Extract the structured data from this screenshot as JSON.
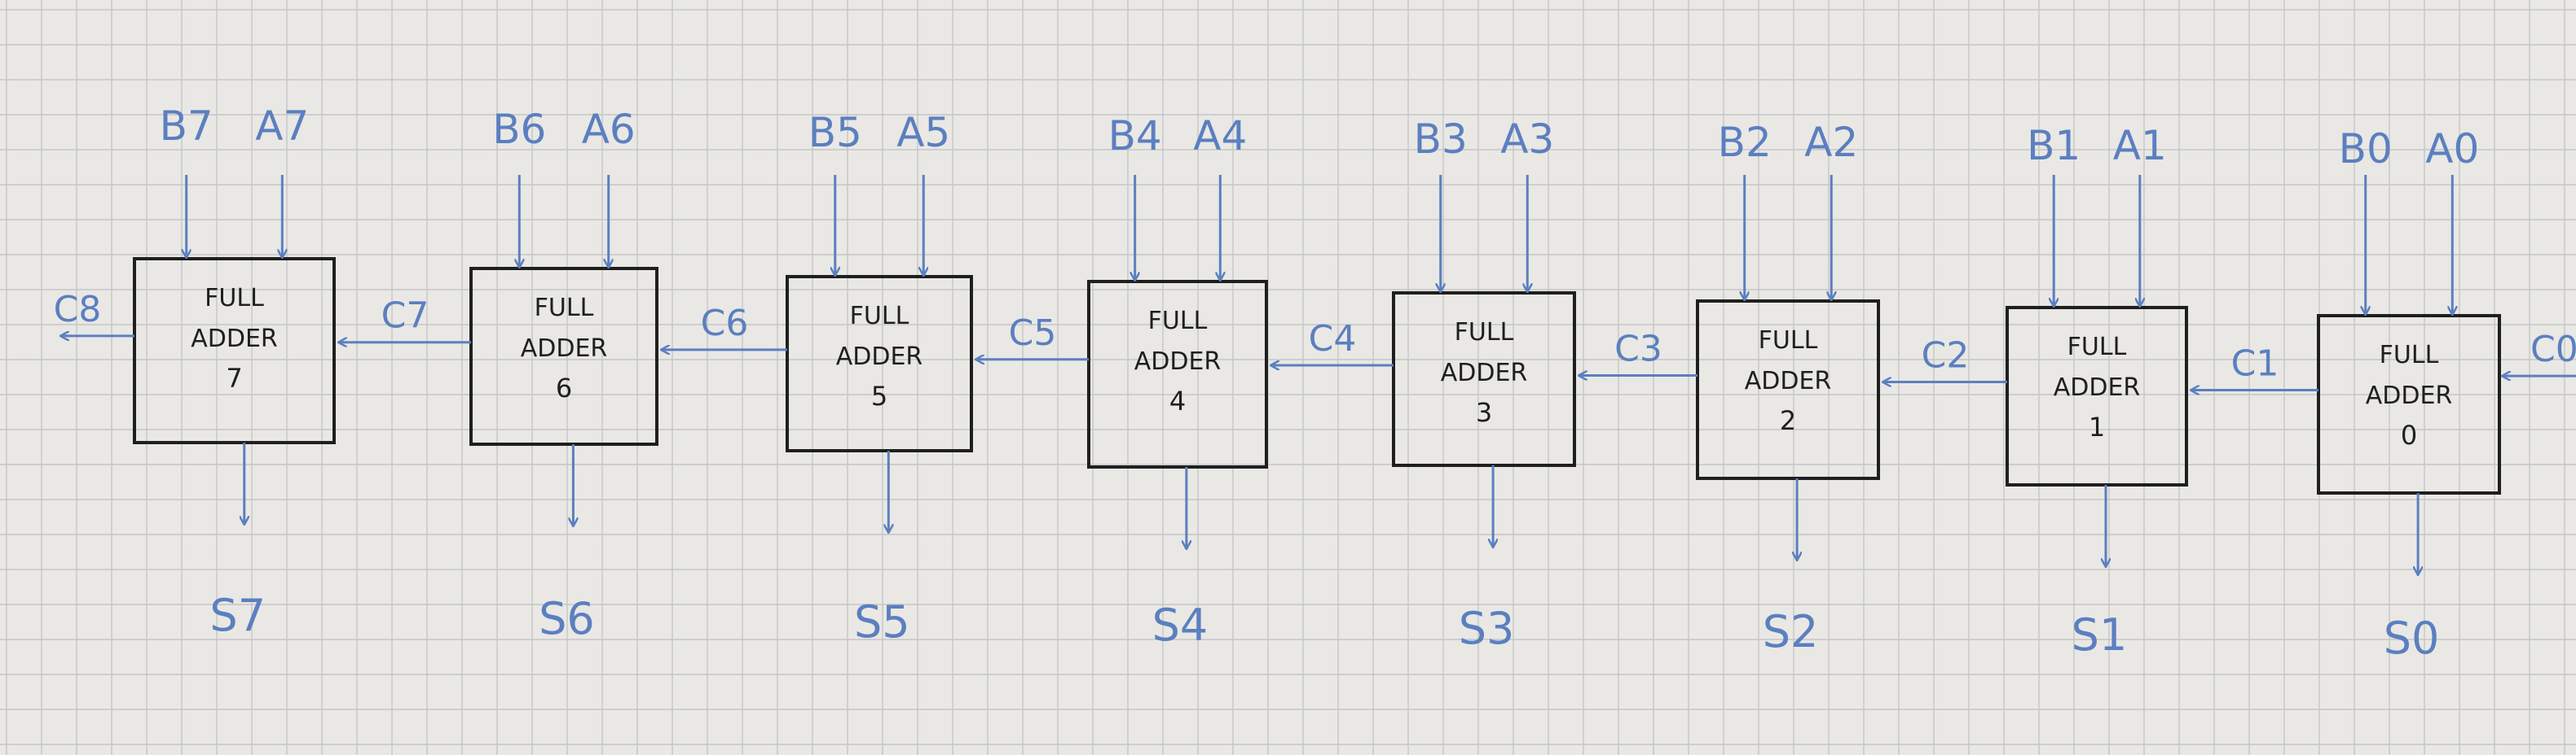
{
  "colors": {
    "paper": "#e9e8e4",
    "grid": "#c6c6c8",
    "ink": "#1f1f1f",
    "pen_blue": "#5b7fc0"
  },
  "adders": [
    {
      "index": 7,
      "name": "FULL",
      "type": "ADDER",
      "number": "7",
      "b": "B7",
      "a": "A7",
      "sum": "S7",
      "carry_out": "C8"
    },
    {
      "index": 6,
      "name": "FULL",
      "type": "ADDER",
      "number": "6",
      "b": "B6",
      "a": "A6",
      "sum": "S6",
      "carry_out": "C7"
    },
    {
      "index": 5,
      "name": "FULL",
      "type": "ADDER",
      "number": "5",
      "b": "B5",
      "a": "A5",
      "sum": "S5",
      "carry_out": "C6"
    },
    {
      "index": 4,
      "name": "FULL",
      "type": "ADDER",
      "number": "4",
      "b": "B4",
      "a": "A4",
      "sum": "S4",
      "carry_out": "C5"
    },
    {
      "index": 3,
      "name": "FULL",
      "type": "ADDER",
      "number": "3",
      "b": "B3",
      "a": "A3",
      "sum": "S3",
      "carry_out": "C4"
    },
    {
      "index": 2,
      "name": "FULL",
      "type": "ADDER",
      "number": "2",
      "b": "B2",
      "a": "A2",
      "sum": "S2",
      "carry_out": "C3"
    },
    {
      "index": 1,
      "name": "FULL",
      "type": "ADDER",
      "number": "1",
      "b": "B1",
      "a": "A1",
      "sum": "S1",
      "carry_out": "C2"
    },
    {
      "index": 0,
      "name": "FULL",
      "type": "ADDER",
      "number": "0",
      "b": "B0",
      "a": "A0",
      "sum": "S0",
      "carry_out": "C1"
    }
  ],
  "carry_in_label": "C0"
}
